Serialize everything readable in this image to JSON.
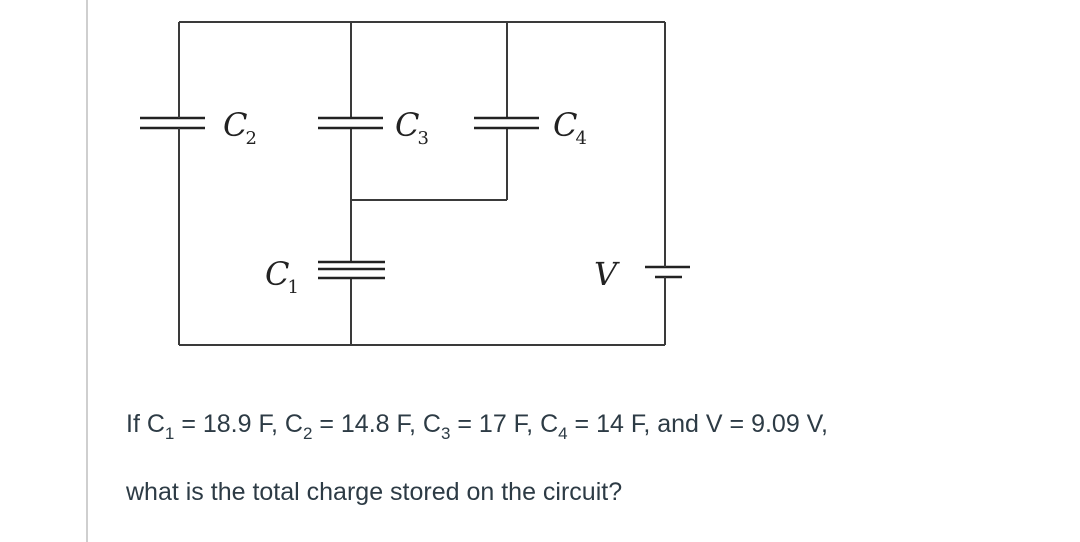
{
  "diagram": {
    "labels": {
      "c1": {
        "main": "C",
        "sub": "1"
      },
      "c2": {
        "main": "C",
        "sub": "2"
      },
      "c3": {
        "main": "C",
        "sub": "3"
      },
      "c4": {
        "main": "C",
        "sub": "4"
      },
      "v": {
        "main": "V"
      }
    }
  },
  "question": {
    "line1": {
      "prefix": "If ",
      "c1_var": "C",
      "c1_sub": "1",
      "c1_value": " = 18.9 F, ",
      "c2_var": "C",
      "c2_sub": "2",
      "c2_value": " = 14.8 F, ",
      "c3_var": "C",
      "c3_sub": "3",
      "c3_value": " = 17 F, ",
      "c4_var": "C",
      "c4_sub": "4",
      "c4_value": " = 14 F, and  V = 9.09 V,"
    },
    "line2": "what is the total charge stored on the circuit?"
  }
}
